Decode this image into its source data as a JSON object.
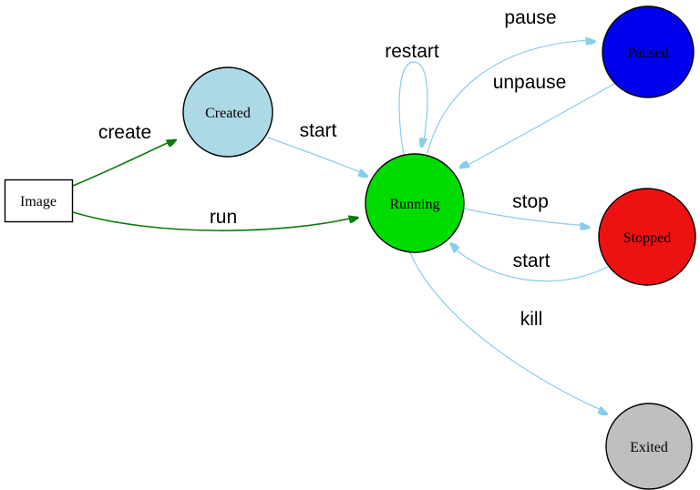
{
  "diagram": {
    "type": "state-diagram",
    "colors": {
      "background": "#ffffff",
      "edge_lifecycle": "#87ceeb",
      "edge_create": "#0a7a0a",
      "node_border": "#000000",
      "label_text": "#000000"
    },
    "nodes": {
      "image": {
        "label": "Image",
        "shape": "rectangle",
        "fill": "#ffffff",
        "border": "#2222dd"
      },
      "created": {
        "label": "Created",
        "shape": "circle",
        "fill": "#add8e6"
      },
      "running": {
        "label": "Running",
        "shape": "circle",
        "fill": "#00dc00"
      },
      "paused": {
        "label": "Paused",
        "shape": "circle",
        "fill": "#0000ee"
      },
      "stopped": {
        "label": "Stopped",
        "shape": "circle",
        "fill": "#ee1111"
      },
      "exited": {
        "label": "Exited",
        "shape": "circle",
        "fill": "#bfbfbf"
      }
    },
    "edges": {
      "create": {
        "label": "create",
        "from": "image",
        "to": "created",
        "color": "#0a7a0a"
      },
      "run": {
        "label": "run",
        "from": "image",
        "to": "running",
        "color": "#0a7a0a"
      },
      "start_from_created": {
        "label": "start",
        "from": "created",
        "to": "running",
        "color": "#87ceeb"
      },
      "restart": {
        "label": "restart",
        "from": "running",
        "to": "running",
        "color": "#87ceeb"
      },
      "pause": {
        "label": "pause",
        "from": "running",
        "to": "paused",
        "color": "#87ceeb"
      },
      "unpause": {
        "label": "unpause",
        "from": "paused",
        "to": "running",
        "color": "#87ceeb"
      },
      "stop": {
        "label": "stop",
        "from": "running",
        "to": "stopped",
        "color": "#87ceeb"
      },
      "start_from_stopped": {
        "label": "start",
        "from": "stopped",
        "to": "running",
        "color": "#87ceeb"
      },
      "kill": {
        "label": "kill",
        "from": "running",
        "to": "exited",
        "color": "#87ceeb"
      }
    }
  }
}
